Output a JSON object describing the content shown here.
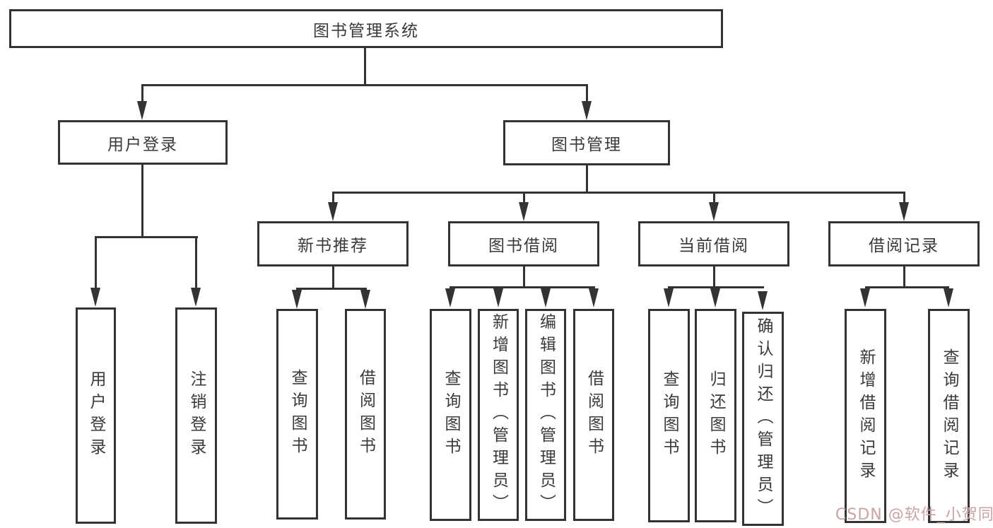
{
  "diagram_title": "图书管理系统",
  "colors": {
    "line": "#333333",
    "box_border": "#333333",
    "box_fill": "#ffffff",
    "text": "#3a3a3a",
    "watermark": "#c9a4a4"
  },
  "watermark": {
    "text": "CSDN @软件_小贺同学"
  },
  "tree": {
    "root": {
      "label": "图书管理系统",
      "children": [
        {
          "label": "用户登录",
          "children": [
            {
              "label": "用户登录"
            },
            {
              "label": "注销登录"
            }
          ]
        },
        {
          "label": "图书管理",
          "children": [
            {
              "label": "新书推荐",
              "children": [
                {
                  "label": "查询图书"
                },
                {
                  "label": "借阅图书"
                }
              ]
            },
            {
              "label": "图书借阅",
              "children": [
                {
                  "label": "查询图书"
                },
                {
                  "label": "新增图书（管理员）"
                },
                {
                  "label": "编辑图书（管理员）"
                },
                {
                  "label": "借阅图书"
                }
              ]
            },
            {
              "label": "当前借阅",
              "children": [
                {
                  "label": "查询图书"
                },
                {
                  "label": "归还图书"
                },
                {
                  "label": "确认归还（管理员）"
                }
              ]
            },
            {
              "label": "借阅记录",
              "children": [
                {
                  "label": "新增借阅记录"
                },
                {
                  "label": "查询借阅记录"
                }
              ]
            }
          ]
        }
      ]
    }
  }
}
